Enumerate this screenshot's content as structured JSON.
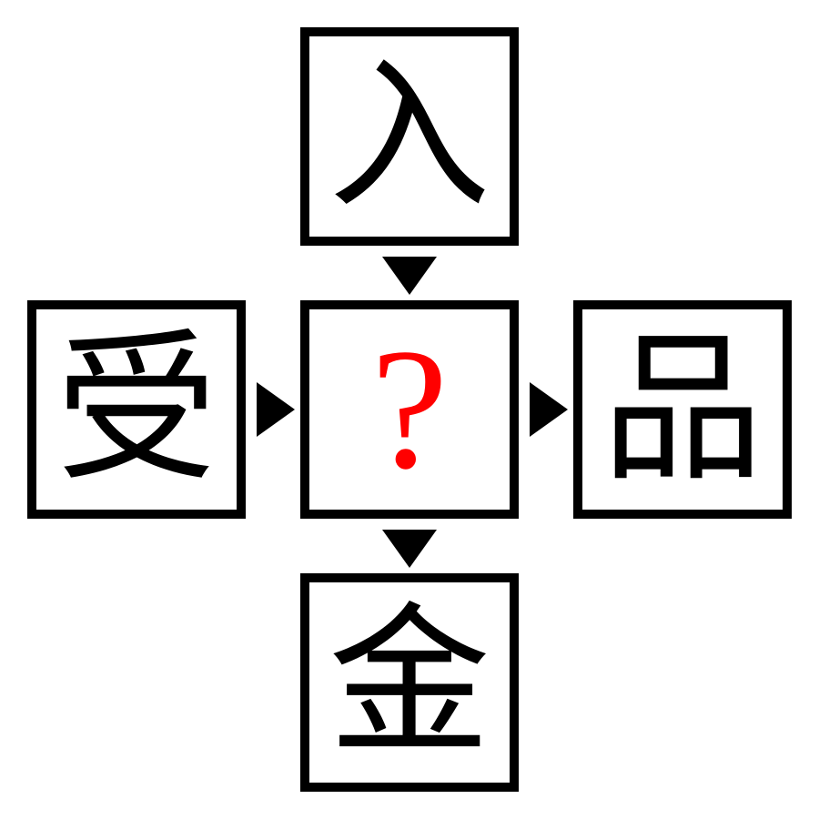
{
  "puzzle": {
    "top": "入",
    "left": "受",
    "center": "?",
    "right": "品",
    "bottom": "金"
  },
  "colors": {
    "stroke": "#000000",
    "glyph": "#000000",
    "question_mark": "#ff0000",
    "background": "#ffffff"
  }
}
